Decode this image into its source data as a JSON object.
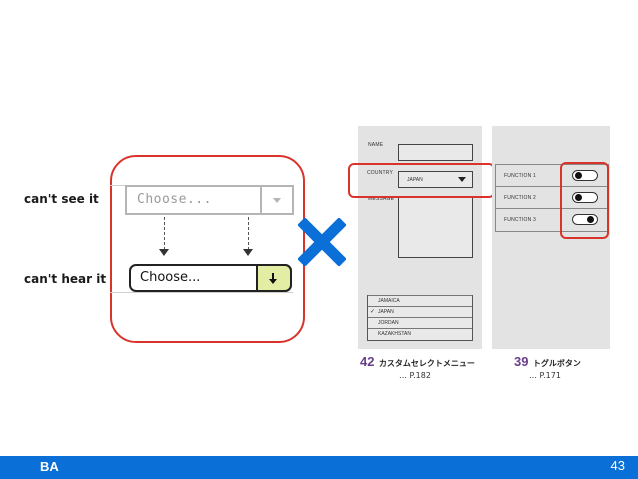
{
  "left": {
    "label_see": "can't see it",
    "label_hear": "can't hear it",
    "select_gray_text": "Choose...",
    "select_dark_text": "Choose...",
    "accent_red": "#d9342b"
  },
  "cross_color": "#0a6fd6",
  "form_mock": {
    "name_label": "NAME",
    "country_label": "COUNTRY",
    "country_value": "JAPAN",
    "message_label": "MESSAGE",
    "list_items": [
      "JAMAICA",
      "JAPAN",
      "JORDAN",
      "KAZAKHSTAN"
    ],
    "caption_num": "42",
    "caption_title": "カスタムセレクトメニュー",
    "caption_page": "… P.182"
  },
  "toggle_mock": {
    "items": [
      {
        "label": "FUNCTION 1",
        "state": "off"
      },
      {
        "label": "FUNCTION 2",
        "state": "off"
      },
      {
        "label": "FUNCTION 3",
        "state": "on"
      }
    ],
    "caption_num": "39",
    "caption_title": "トグルボタン",
    "caption_page": "… P.171"
  },
  "footer": {
    "brand": "BA",
    "page_number": "43",
    "color": "#0a6fd6"
  }
}
